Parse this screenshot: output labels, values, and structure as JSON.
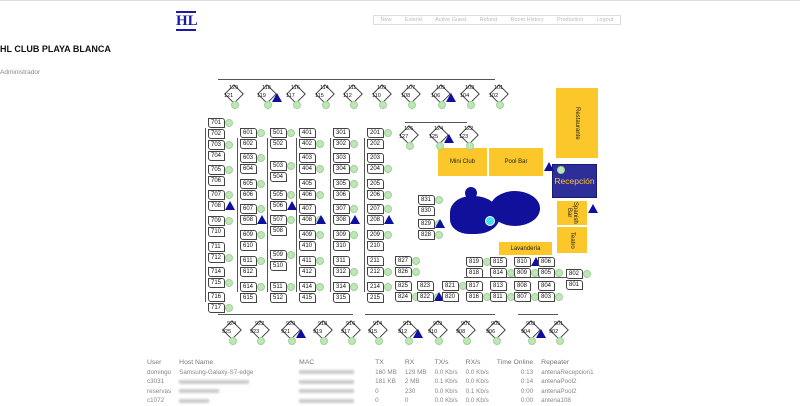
{
  "logo": "HL",
  "nav": [
    "New",
    "Extend",
    "Active Guest",
    "Refund",
    "Room History",
    "Production",
    "Logout"
  ],
  "title": "HL CLUB PLAYA BLANCA",
  "role": "Administrador",
  "areas": {
    "restaurante": "Restaurante",
    "miniclub": "Mini Club",
    "poolbar": "Pool Bar",
    "recepcion": "Recepción",
    "spanishbar": "Spanish Bar",
    "teatro": "Teatro",
    "lavanderia": "Lavandería"
  },
  "rooms": [
    [
      "701",
      "702"
    ],
    [
      "703",
      "704"
    ],
    [
      "705",
      "706"
    ],
    [
      "707",
      "708"
    ],
    [
      "709",
      "710"
    ],
    [
      "711",
      "712"
    ],
    [
      "714",
      "715"
    ],
    [
      "716",
      "717"
    ],
    [
      "601",
      "602"
    ],
    [
      "603",
      "604"
    ],
    [
      "605",
      "606"
    ],
    [
      "607",
      "608"
    ],
    [
      "609",
      "610"
    ],
    [
      "611",
      "612"
    ],
    [
      "614",
      "615"
    ],
    [
      "501",
      "502"
    ],
    [
      "503",
      "504"
    ],
    [
      "505",
      "506"
    ],
    [
      "507",
      "508"
    ],
    [
      "509",
      "510"
    ],
    [
      "511",
      "512"
    ],
    [
      "401",
      "402"
    ],
    [
      "403",
      "404"
    ],
    [
      "405",
      "406"
    ],
    [
      "407",
      "408"
    ],
    [
      "409",
      "410"
    ],
    [
      "411",
      "412"
    ],
    [
      "414",
      "415"
    ],
    [
      "301",
      "302"
    ],
    [
      "303",
      "304"
    ],
    [
      "305",
      "306"
    ],
    [
      "307",
      "308"
    ],
    [
      "309",
      "310"
    ],
    [
      "311",
      "312"
    ],
    [
      "314",
      "315"
    ],
    [
      "201",
      "202"
    ],
    [
      "203",
      "204"
    ],
    [
      "205",
      "206"
    ],
    [
      "207",
      "208"
    ],
    [
      "209",
      "210"
    ],
    [
      "211",
      "212"
    ],
    [
      "214",
      "215"
    ],
    [
      "831",
      "830"
    ],
    [
      "829",
      "828"
    ],
    [
      "827",
      "826"
    ],
    [
      "825",
      "824"
    ],
    [
      "823",
      "822"
    ],
    [
      "821",
      "820"
    ],
    [
      "819",
      "818"
    ],
    [
      "817",
      "816"
    ],
    [
      "815",
      "814"
    ],
    [
      "813",
      "811"
    ],
    [
      "810",
      "809"
    ],
    [
      "808",
      "807"
    ],
    [
      "806",
      "805"
    ],
    [
      "804",
      "803"
    ],
    [
      "802",
      "801"
    ]
  ],
  "diamonds": [
    [
      "120",
      "121"
    ],
    [
      "118",
      "119"
    ],
    [
      "116",
      "117"
    ],
    [
      "114",
      "115"
    ],
    [
      "111",
      "112"
    ],
    [
      "109",
      "110"
    ],
    [
      "107",
      "108"
    ],
    [
      "105",
      "106"
    ],
    [
      "103",
      "104"
    ],
    [
      "101",
      "102"
    ],
    [
      "126",
      "127"
    ],
    [
      "124",
      "125"
    ],
    [
      "122",
      "123"
    ],
    [
      "924",
      "925"
    ],
    [
      "922",
      "923"
    ],
    [
      "920",
      "921"
    ],
    [
      "918",
      "919"
    ],
    [
      "916",
      "917"
    ],
    [
      "914",
      "915"
    ],
    [
      "911",
      "912"
    ],
    [
      "909",
      "910"
    ],
    [
      "907",
      "908"
    ],
    [
      "905",
      "906"
    ],
    [
      "903",
      "904"
    ],
    [
      "901",
      "902"
    ]
  ],
  "table": {
    "headers": [
      "User",
      "Host Name",
      "MAC",
      "TX",
      "RX",
      "TX/s",
      "RX/s",
      "Time Online",
      "Repeater"
    ],
    "rows": [
      {
        "user": "domingo",
        "host": "Samsung-Galaxy-S7-edge",
        "tx": "160 MB",
        "rx": "129 MB",
        "txs": "0.0 Kb/s",
        "rxs": "0.0 Kb/s",
        "time": "0:13",
        "repeater": "antenaRecepcion1"
      },
      {
        "user": "c3031",
        "host": "",
        "tx": "181 KB",
        "rx": "2 MB",
        "txs": "0.1 Kb/s",
        "rxs": "0.0 Kb/s",
        "time": "0:14",
        "repeater": "antenaPool2"
      },
      {
        "user": "reservas",
        "host": "",
        "tx": "0",
        "rx": "230",
        "txs": "0.0 Kb/s",
        "rxs": "0.1 Kb/s",
        "time": "0:00",
        "repeater": "antenaPool2"
      },
      {
        "user": "c1072",
        "host": "",
        "tx": "0",
        "rx": "0",
        "txs": "0.0 Kb/s",
        "rxs": "0.0 Kb/s",
        "time": "0:00",
        "repeater": "antena108"
      }
    ]
  }
}
